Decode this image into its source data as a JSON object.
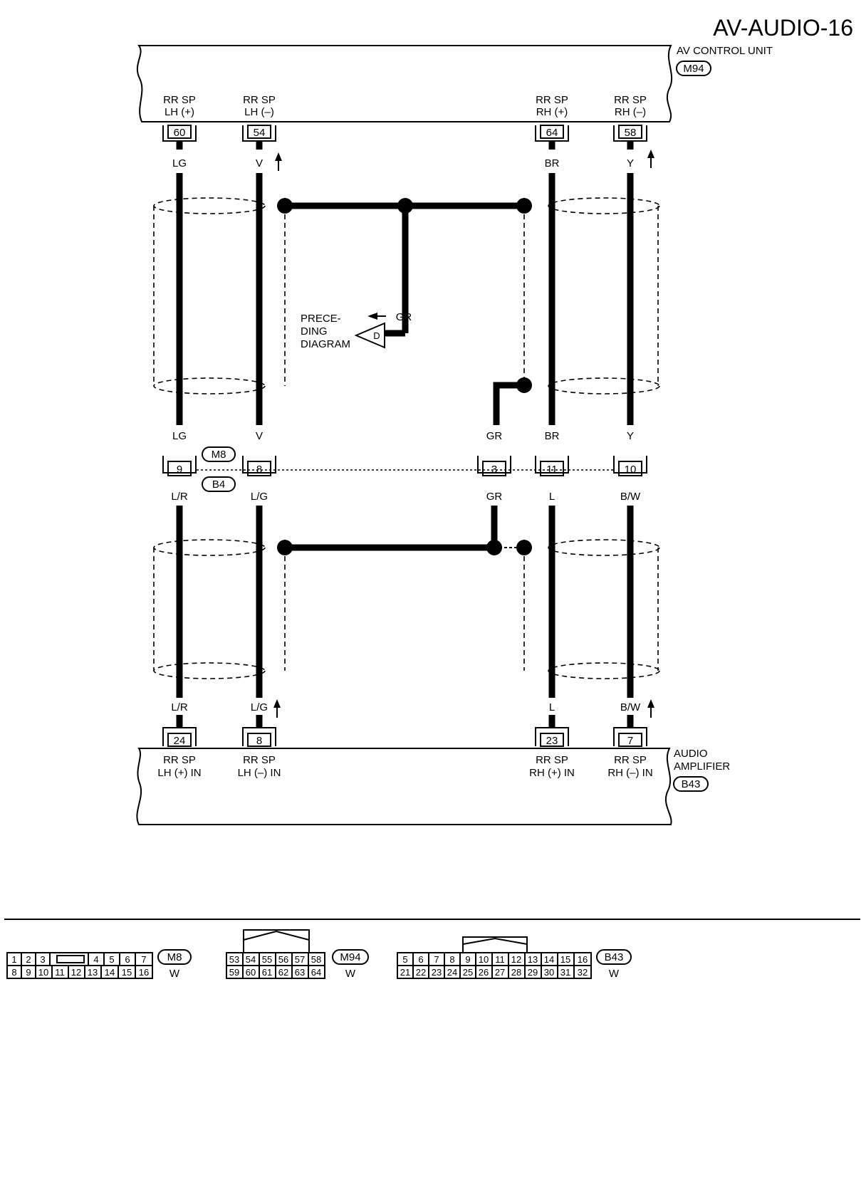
{
  "page_id": "AV-AUDIO-16",
  "units": {
    "top": {
      "name": "AV CONTROL UNIT",
      "connector": "M94"
    },
    "bottom": {
      "name_line1": "AUDIO",
      "name_line2": "AMPLIFIER",
      "connector": "B43"
    }
  },
  "top_pins": [
    {
      "func1": "RR SP",
      "func2": "LH (+)",
      "pin": "60",
      "wire": "LG"
    },
    {
      "func1": "RR SP",
      "func2": "LH (–)",
      "pin": "54",
      "wire": "V"
    },
    {
      "func1": "RR SP",
      "func2": "RH (+)",
      "pin": "64",
      "wire": "BR"
    },
    {
      "func1": "RR SP",
      "func2": "RH (–)",
      "pin": "58",
      "wire": "Y"
    }
  ],
  "bottom_pins": [
    {
      "func1": "RR SP",
      "func2": "LH (+) IN",
      "pin": "24",
      "wire": "L/R"
    },
    {
      "func1": "RR SP",
      "func2": "LH (–) IN",
      "pin": "8",
      "wire": "L/G"
    },
    {
      "func1": "RR SP",
      "func2": "RH (+) IN",
      "pin": "23",
      "wire": "L"
    },
    {
      "func1": "RR SP",
      "func2": "RH (–) IN",
      "pin": "7",
      "wire": "B/W"
    }
  ],
  "joint": {
    "connector_upper": "M8",
    "connector_lower": "B4",
    "pins": [
      {
        "pin": "9",
        "upper_wire": "LG",
        "lower_wire": "L/R"
      },
      {
        "pin": "8",
        "upper_wire": "V",
        "lower_wire": "L/G"
      },
      {
        "pin": "3",
        "upper_wire": "GR",
        "lower_wire": "GR"
      },
      {
        "pin": "11",
        "upper_wire": "BR",
        "lower_wire": "L"
      },
      {
        "pin": "10",
        "upper_wire": "Y",
        "lower_wire": "B/W"
      }
    ]
  },
  "preceding": {
    "line1": "PRECE-",
    "line2": "DING",
    "line3": "DIAGRAM",
    "letter": "D",
    "wire": "GR"
  },
  "connectors_legend": [
    {
      "id": "M8",
      "color": "W",
      "row1": [
        "1",
        "2",
        "3",
        "",
        "4",
        "5",
        "6",
        "7"
      ],
      "row2": [
        "8",
        "9",
        "10",
        "11",
        "12",
        "13",
        "14",
        "15",
        "16"
      ]
    },
    {
      "id": "M94",
      "color": "W",
      "row1": [
        "53",
        "54",
        "55",
        "56",
        "57",
        "58"
      ],
      "row2": [
        "59",
        "60",
        "61",
        "62",
        "63",
        "64"
      ]
    },
    {
      "id": "B43",
      "color": "W",
      "row1": [
        "5",
        "6",
        "7",
        "8",
        "9",
        "10",
        "11",
        "12",
        "13",
        "14",
        "15",
        "16"
      ],
      "row2": [
        "21",
        "22",
        "23",
        "24",
        "25",
        "26",
        "27",
        "28",
        "29",
        "30",
        "31",
        "32"
      ]
    }
  ]
}
